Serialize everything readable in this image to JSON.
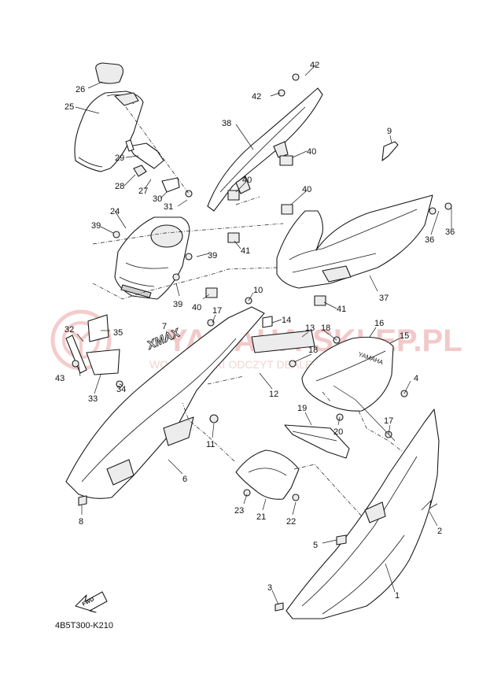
{
  "diagram": {
    "part_code": "4B5T300-K210",
    "fwd_label": "FWD",
    "callouts": [
      {
        "id": "c1",
        "label": "1"
      },
      {
        "id": "c2",
        "label": "2"
      },
      {
        "id": "c3",
        "label": "3"
      },
      {
        "id": "c4",
        "label": "4"
      },
      {
        "id": "c5",
        "label": "5"
      },
      {
        "id": "c6",
        "label": "6"
      },
      {
        "id": "c7",
        "label": "7"
      },
      {
        "id": "c8",
        "label": "8"
      },
      {
        "id": "c9",
        "label": "9"
      },
      {
        "id": "c10",
        "label": "10"
      },
      {
        "id": "c11",
        "label": "11"
      },
      {
        "id": "c12",
        "label": "12"
      },
      {
        "id": "c13",
        "label": "13"
      },
      {
        "id": "c14",
        "label": "14"
      },
      {
        "id": "c15",
        "label": "15"
      },
      {
        "id": "c16",
        "label": "16"
      },
      {
        "id": "c17a",
        "label": "17"
      },
      {
        "id": "c17b",
        "label": "17"
      },
      {
        "id": "c18a",
        "label": "18"
      },
      {
        "id": "c18b",
        "label": "18"
      },
      {
        "id": "c19",
        "label": "19"
      },
      {
        "id": "c20",
        "label": "20"
      },
      {
        "id": "c21",
        "label": "21"
      },
      {
        "id": "c22",
        "label": "22"
      },
      {
        "id": "c23",
        "label": "23"
      },
      {
        "id": "c24",
        "label": "24"
      },
      {
        "id": "c25",
        "label": "25"
      },
      {
        "id": "c26",
        "label": "26"
      },
      {
        "id": "c27",
        "label": "27"
      },
      {
        "id": "c28",
        "label": "28"
      },
      {
        "id": "c29",
        "label": "29"
      },
      {
        "id": "c30",
        "label": "30"
      },
      {
        "id": "c31",
        "label": "31"
      },
      {
        "id": "c32",
        "label": "32"
      },
      {
        "id": "c33",
        "label": "33"
      },
      {
        "id": "c34",
        "label": "34"
      },
      {
        "id": "c35",
        "label": "35"
      },
      {
        "id": "c36a",
        "label": "36"
      },
      {
        "id": "c36b",
        "label": "36"
      },
      {
        "id": "c37",
        "label": "37"
      },
      {
        "id": "c38",
        "label": "38"
      },
      {
        "id": "c39a",
        "label": "39"
      },
      {
        "id": "c39b",
        "label": "39"
      },
      {
        "id": "c39c",
        "label": "39"
      },
      {
        "id": "c40a",
        "label": "40"
      },
      {
        "id": "c40b",
        "label": "40"
      },
      {
        "id": "c40c",
        "label": "40"
      },
      {
        "id": "c40d",
        "label": "40"
      },
      {
        "id": "c41a",
        "label": "41"
      },
      {
        "id": "c41b",
        "label": "41"
      },
      {
        "id": "c42a",
        "label": "42"
      },
      {
        "id": "c42b",
        "label": "42"
      },
      {
        "id": "c43",
        "label": "43"
      }
    ]
  },
  "watermark": {
    "brand": "YAMAHA-SKLEP.PL",
    "tagline": "WOJEWODZKI ODCZYT DEALER YAMAHA"
  },
  "decals": {
    "side_graphic": "XMAX",
    "seat_badge": "YAMAHA"
  }
}
